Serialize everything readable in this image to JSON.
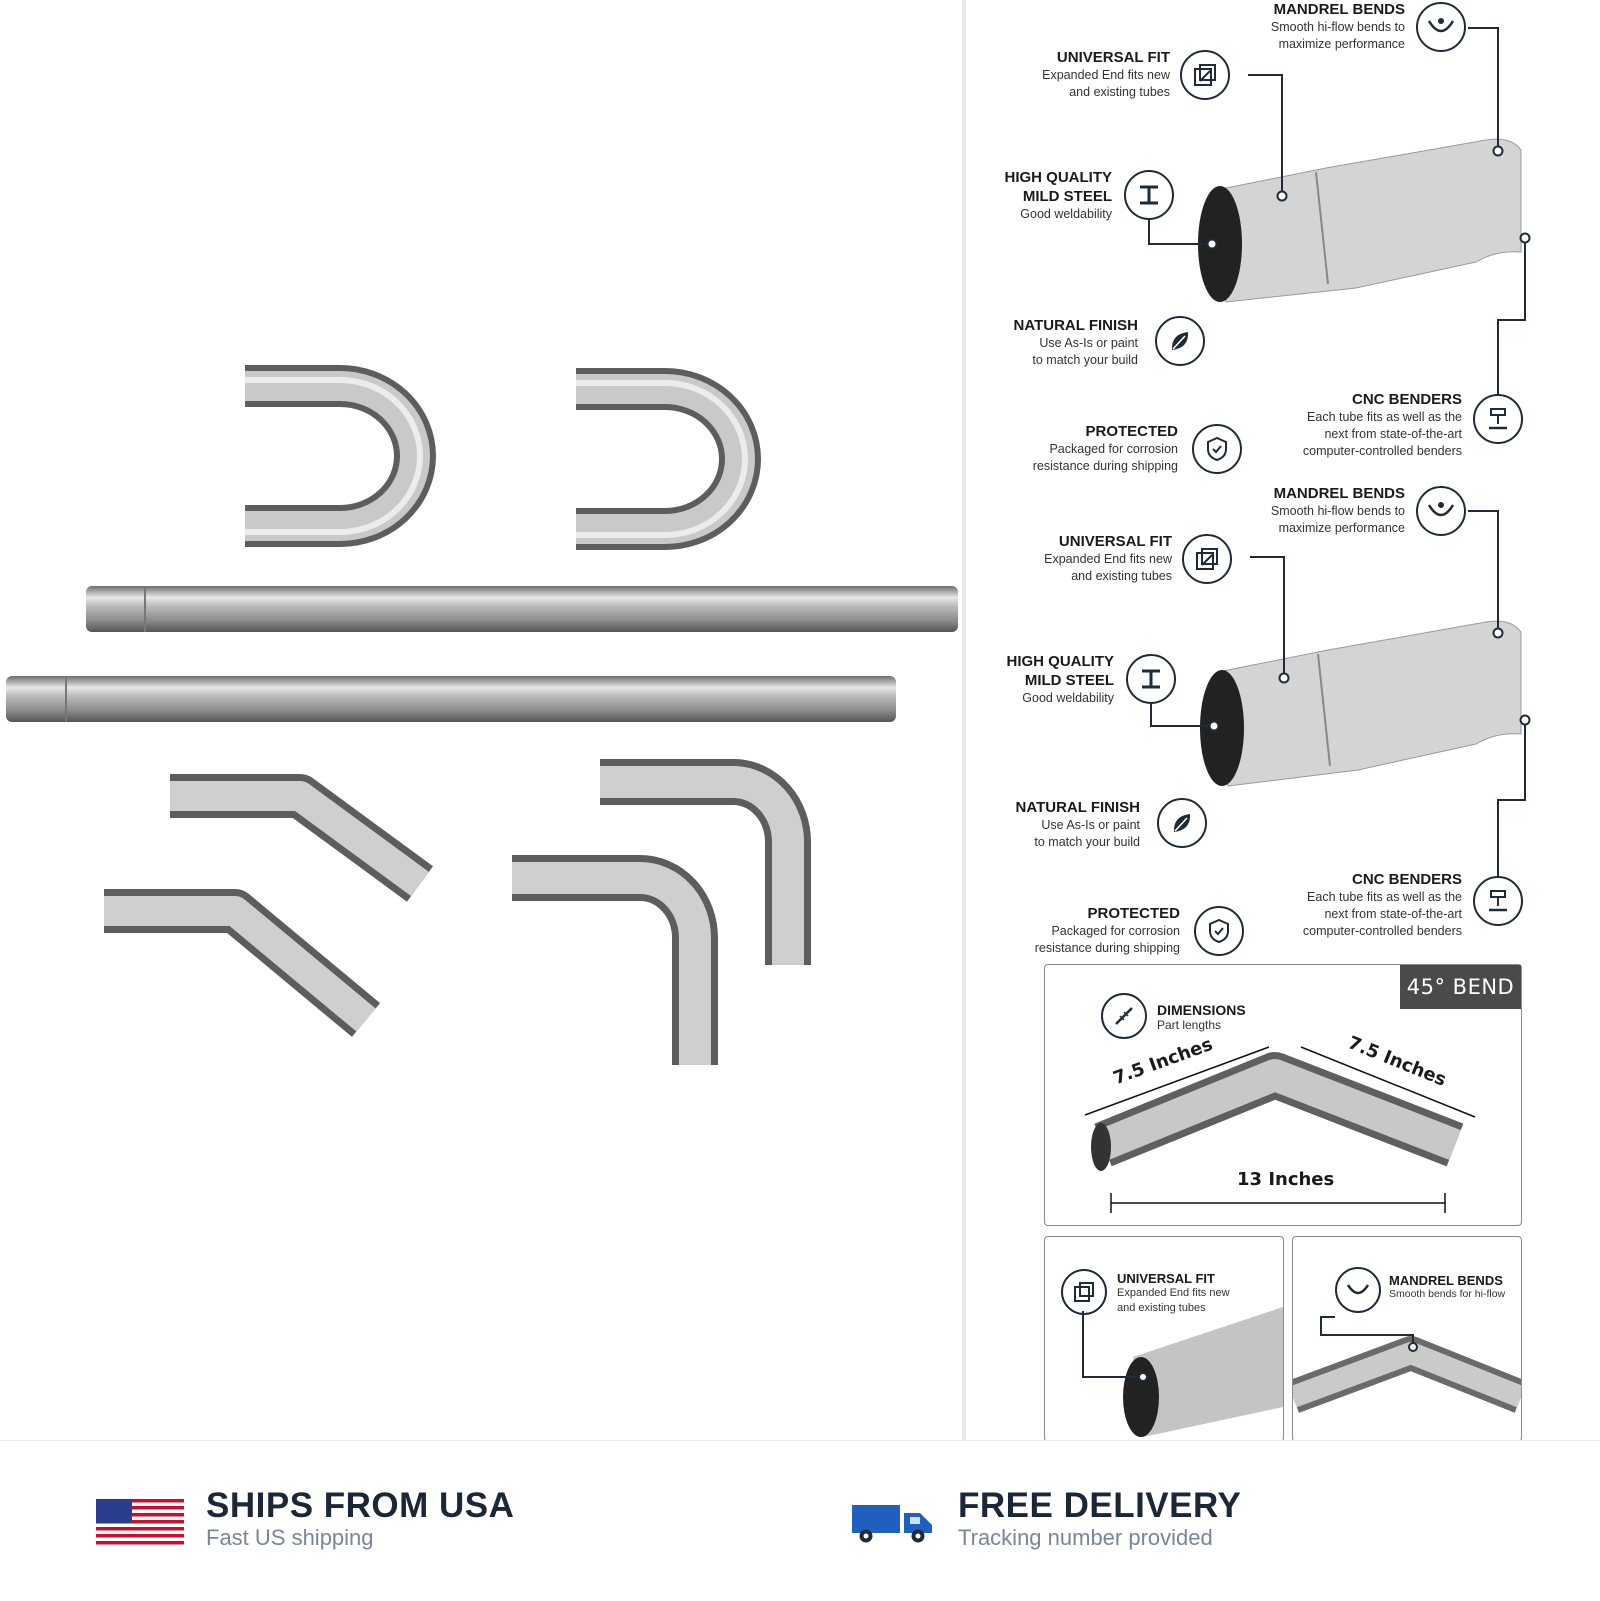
{
  "features_top": {
    "mandrel": {
      "title": "MANDREL BENDS",
      "desc": "Smooth hi-flow bends to\nmaximize performance"
    },
    "universal": {
      "title": "UNIVERSAL FIT",
      "desc": "Expanded End fits new\nand existing tubes"
    },
    "steel": {
      "title": "HIGH QUALITY\nMILD STEEL",
      "desc": "Good weldability"
    },
    "finish": {
      "title": "NATURAL FINISH",
      "desc": "Use As-Is or paint\nto match your build"
    },
    "cnc": {
      "title": "CNC BENDERS",
      "desc": "Each tube fits as well as the\nnext from state-of-the-art\ncomputer-controlled benders"
    },
    "protected": {
      "title": "PROTECTED",
      "desc": "Packaged for corrosion\nresistance during shipping"
    }
  },
  "features_mid": {
    "mandrel": {
      "title": "MANDREL BENDS",
      "desc": "Smooth hi-flow bends to\nmaximize performance"
    },
    "universal": {
      "title": "UNIVERSAL FIT",
      "desc": "Expanded End fits new\nand existing tubes"
    },
    "steel": {
      "title": "HIGH QUALITY\nMILD STEEL",
      "desc": "Good weldability"
    },
    "finish": {
      "title": "NATURAL FINISH",
      "desc": "Use As-Is or paint\nto match your build"
    },
    "cnc": {
      "title": "CNC BENDERS",
      "desc": "Each tube fits as well as the\nnext from state-of-the-art\ncomputer-controlled benders"
    },
    "protected": {
      "title": "PROTECTED",
      "desc": "Packaged for corrosion\nresistance during shipping"
    }
  },
  "dimensions_panel": {
    "badge": "45° BEND",
    "title": "DIMENSIONS",
    "subtitle": "Part lengths",
    "leg_left": "7.5 Inches",
    "leg_right": "7.5 Inches",
    "span": "13 Inches"
  },
  "detail_universal": {
    "title": "UNIVERSAL FIT",
    "desc": "Expanded End fits new\nand existing tubes"
  },
  "detail_mandrel": {
    "title": "MANDREL BENDS",
    "desc": "Smooth bends for hi-flow"
  },
  "promo": {
    "ships": {
      "title": "SHIPS FROM USA",
      "subtitle": "Fast US shipping"
    },
    "delivery": {
      "title": "FREE DELIVERY",
      "subtitle": "Tracking number provided"
    }
  },
  "colors": {
    "navy": "#1b2637",
    "muted": "#7a8596",
    "truck_blue": "#1f5fbf",
    "flag_red": "#c8102e",
    "flag_blue": "#2a3c8c"
  },
  "icons": [
    "mandrel-bend-icon",
    "universal-fit-icon",
    "steel-beam-icon",
    "leaf-icon",
    "cnc-bender-icon",
    "shield-check-icon",
    "ruler-icon",
    "us-flag-icon",
    "delivery-truck-icon"
  ]
}
